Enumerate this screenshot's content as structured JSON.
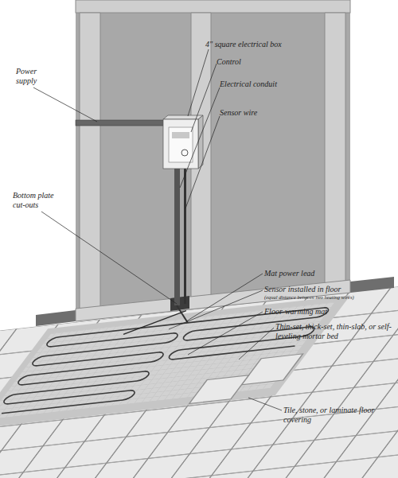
{
  "diagram": {
    "labels": [
      "Power supply",
      "4\" square electrical box",
      "Control",
      "Electrical conduit",
      "Sensor wire",
      "Bottom plate cut-outs",
      "Mat power lead",
      "Sensor installed in floor",
      "(equal distance between two heating wires)",
      "Floor-warming mat",
      "Thin-set, thick-set, thin-slab, or self-leveling mortar bed",
      "Tile, stone, or laminate floor covering"
    ]
  }
}
